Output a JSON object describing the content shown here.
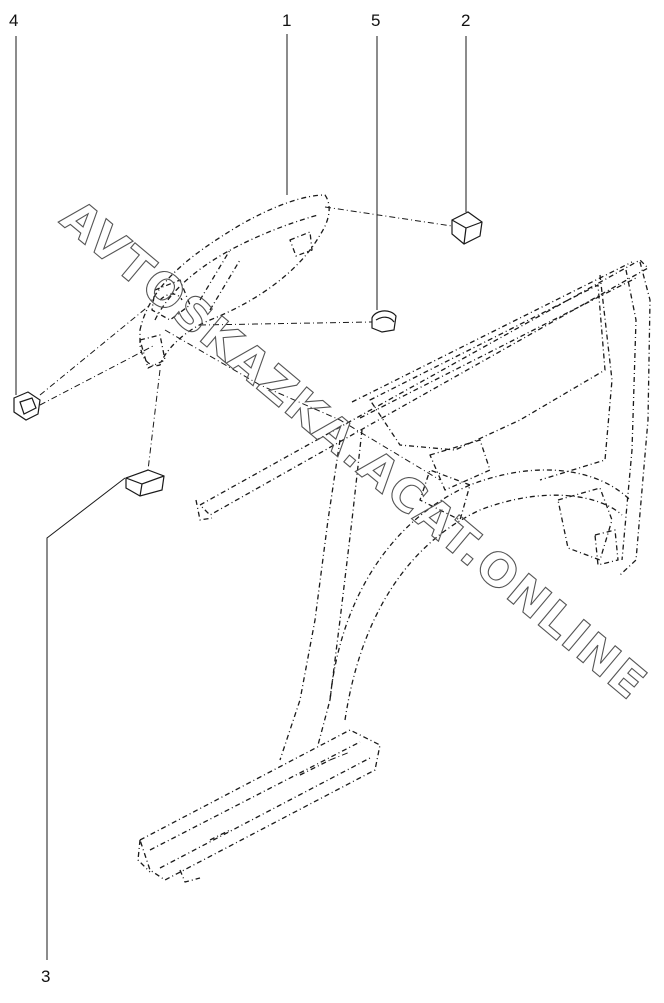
{
  "callouts": {
    "c1": "1",
    "c2": "2",
    "c3": "3",
    "c4": "4",
    "c5": "5"
  },
  "watermark": "AVTOSKAZKA.ACAT.ONLINE"
}
